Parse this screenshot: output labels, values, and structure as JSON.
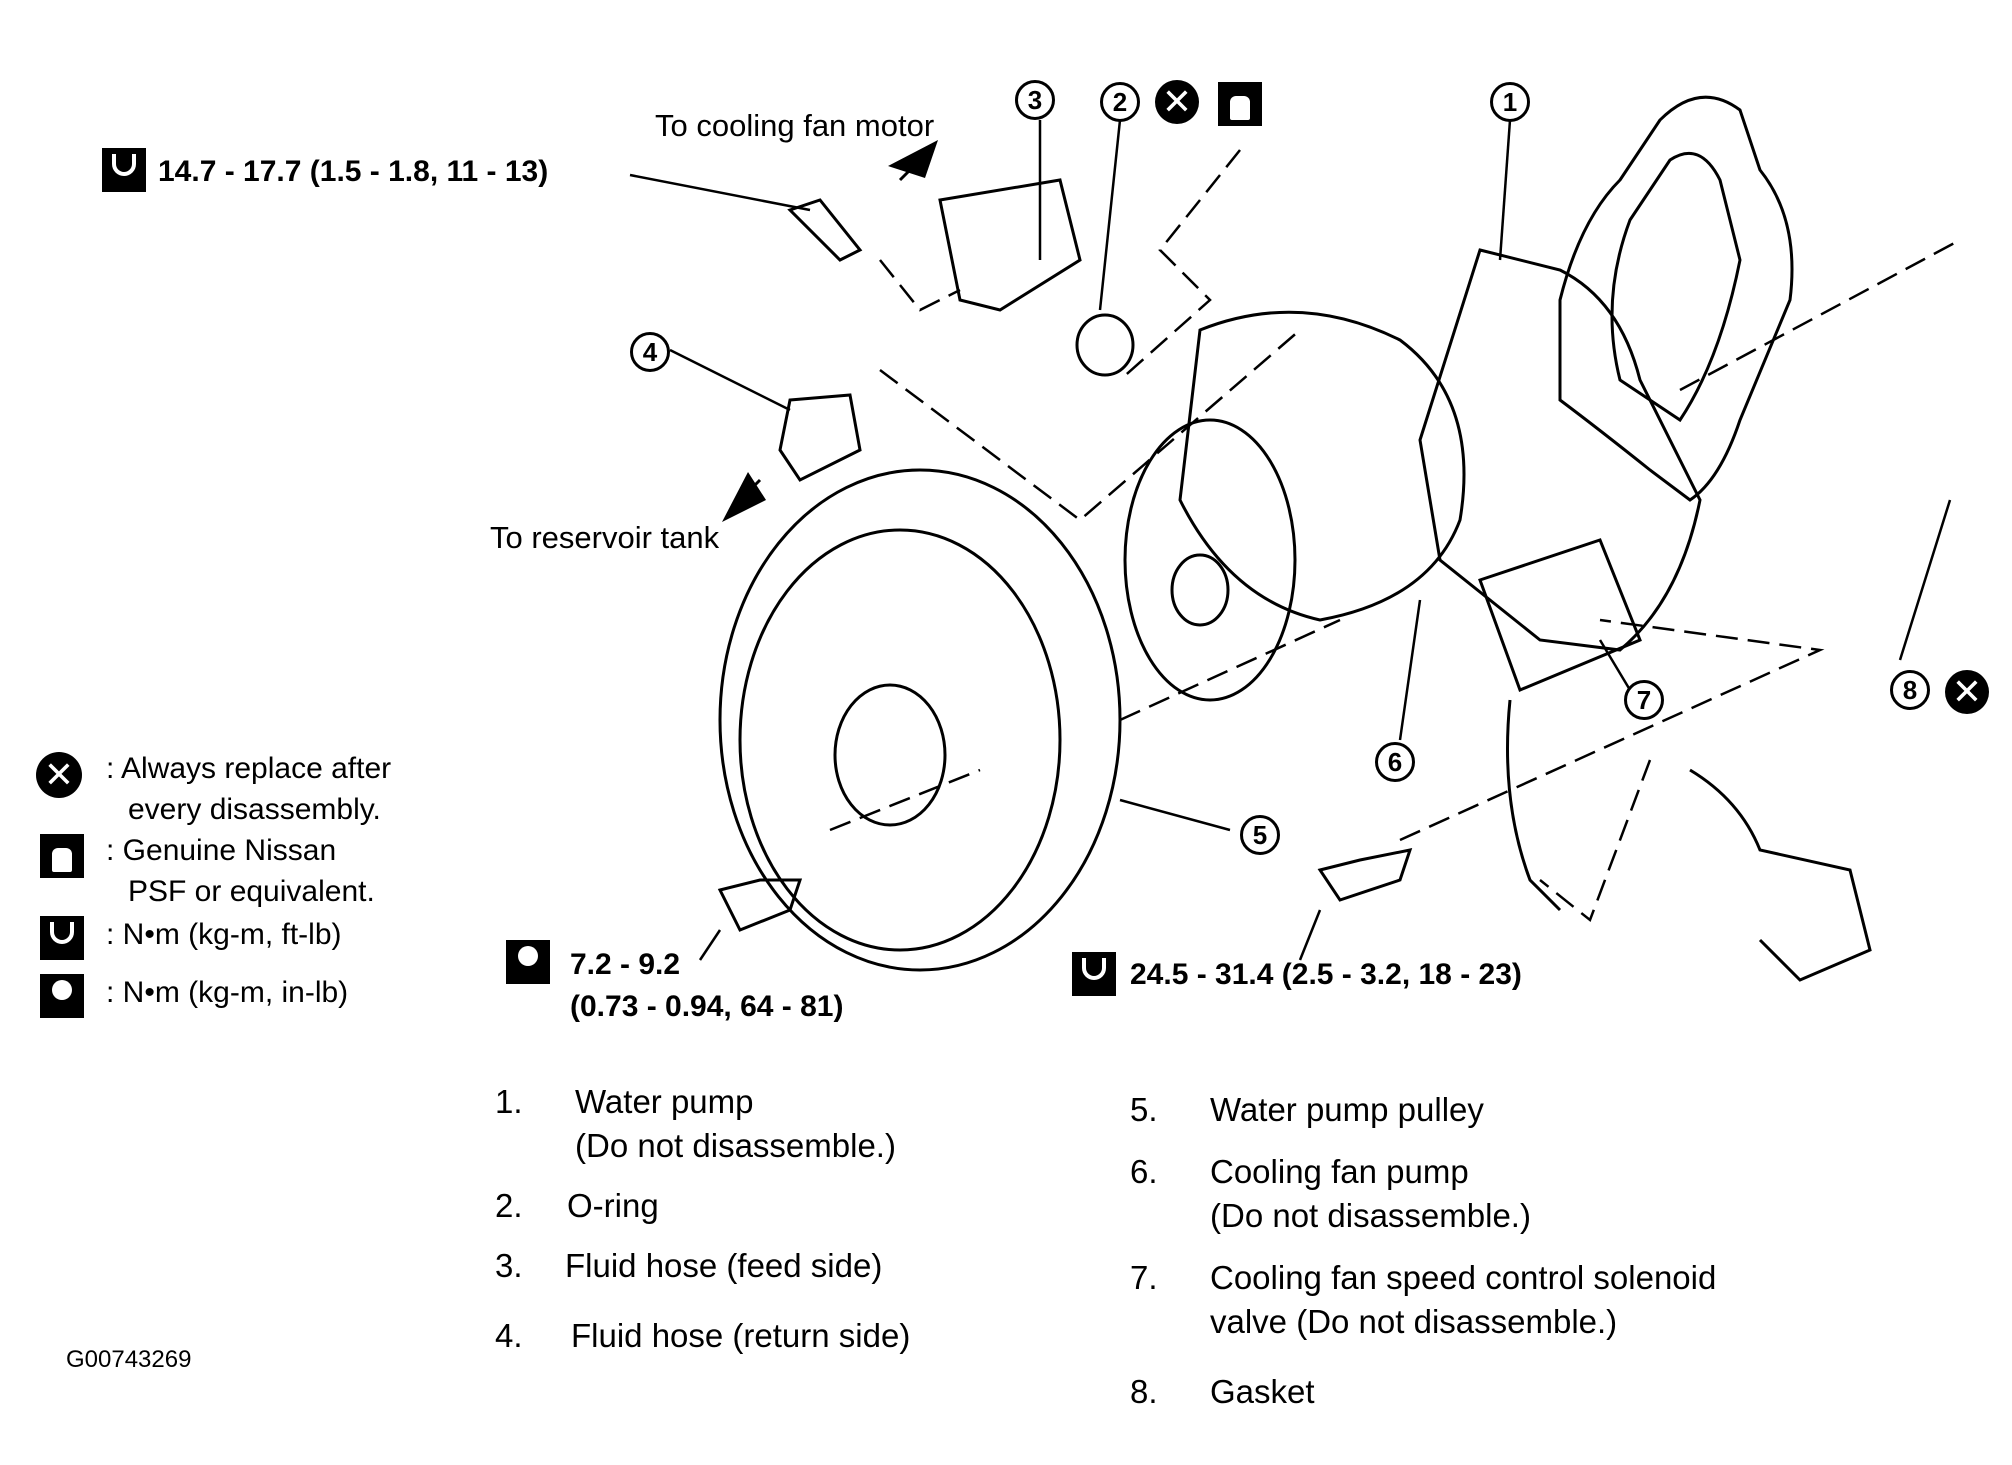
{
  "figure_id": "G00743269",
  "annotations": {
    "to_cooling_fan_motor": "To cooling fan motor",
    "to_reservoir_tank": "To reservoir tank"
  },
  "torque_specs": [
    {
      "icon": "torque-ftlb-icon",
      "text": "14.7 - 17.7 (1.5 - 1.8, 11 - 13)"
    },
    {
      "icon": "torque-inlb-icon",
      "line1": "7.2 - 9.2",
      "line2": "(0.73 - 0.94, 64 - 81)"
    },
    {
      "icon": "torque-ftlb-icon",
      "text": "24.5 - 31.4 (2.5 - 3.2, 18 - 23)"
    }
  ],
  "callouts": [
    "1",
    "2",
    "3",
    "4",
    "5",
    "6",
    "7",
    "8"
  ],
  "legend": [
    {
      "icon": "always-replace-icon",
      "line1": ": Always replace after",
      "line2": "every disassembly."
    },
    {
      "icon": "psf-fluid-icon",
      "line1": ": Genuine Nissan",
      "line2": "PSF or equivalent."
    },
    {
      "icon": "torque-ftlb-icon",
      "line1": ": N•m (kg-m, ft-lb)"
    },
    {
      "icon": "torque-inlb-icon",
      "line1": ": N•m (kg-m, in-lb)"
    }
  ],
  "parts_left": [
    {
      "num": "1.",
      "line1": "Water pump",
      "line2": "(Do not disassemble.)"
    },
    {
      "num": "2.",
      "line1": "O-ring"
    },
    {
      "num": "3.",
      "line1": "Fluid hose (feed side)"
    },
    {
      "num": "4.",
      "line1": "Fluid hose (return side)"
    }
  ],
  "parts_right": [
    {
      "num": "5.",
      "line1": "Water pump pulley"
    },
    {
      "num": "6.",
      "line1": "Cooling fan pump",
      "line2": "(Do not disassemble.)"
    },
    {
      "num": "7.",
      "line1": "Cooling fan speed control solenoid",
      "line2": "valve (Do not disassemble.)"
    },
    {
      "num": "8.",
      "line1": "Gasket"
    }
  ]
}
